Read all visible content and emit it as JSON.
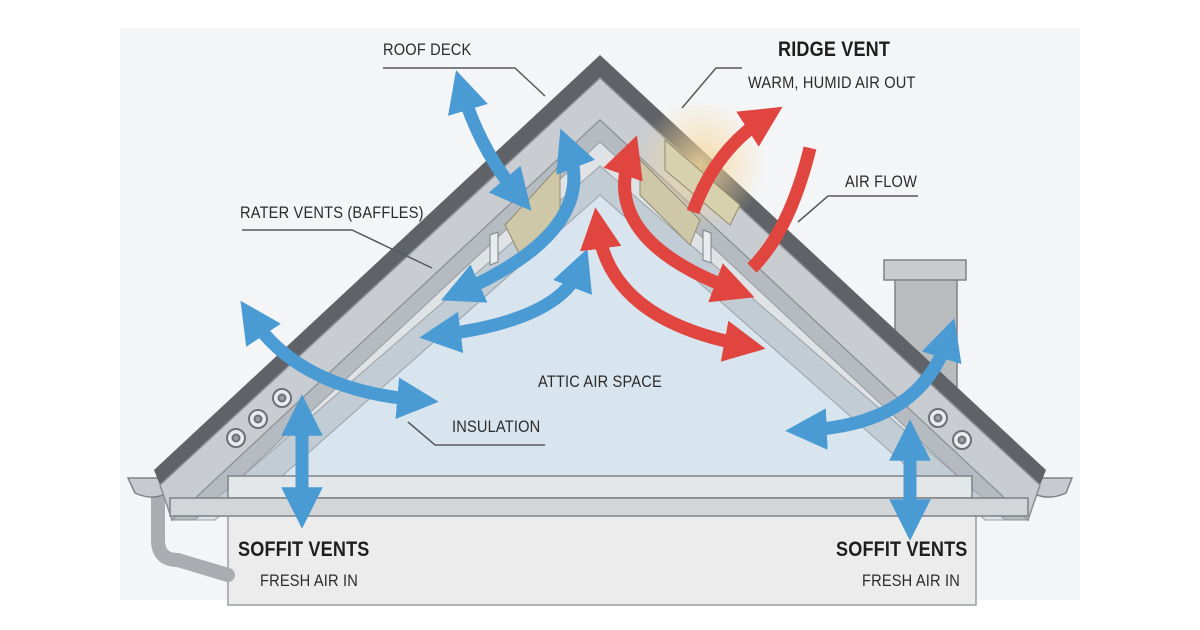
{
  "diagram": {
    "title": "Attic ventilation diagram",
    "labels": {
      "roof_deck": "ROOF DECK",
      "ridge_vent": "RIDGE VENT",
      "ridge_vent_sub": "WARM, HUMID AIR OUT",
      "air_flow": "AIR FLOW",
      "rafter_vents": "RATER VENTS (BAFFLES)",
      "attic_air_space": "ATTIC AIR SPACE",
      "insulation": "INSULATION",
      "soffit_left": "SOFFIT VENTS",
      "soffit_left_sub": "FRESH AIR IN",
      "soffit_right": "SOFFIT VENTS",
      "soffit_right_sub": "FRESH AIR IN"
    },
    "colors": {
      "cool_air": "#4a9bd4",
      "warm_air": "#e0453f",
      "roof_shingle": "#5f6367",
      "roof_deck": "#c9cdd1",
      "attic_space": "#d9e5ee",
      "wall": "#eeeeee",
      "chimney": "#b8bcbf"
    }
  }
}
